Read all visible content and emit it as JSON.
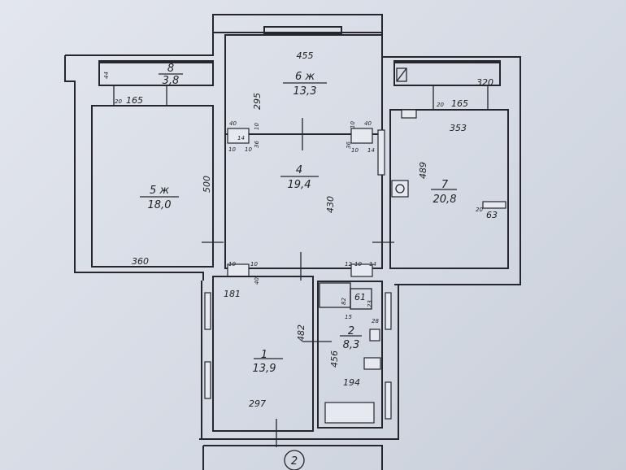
{
  "rooms": [
    {
      "id": "6",
      "name": "6 ж",
      "area": "13,3"
    },
    {
      "id": "8",
      "name": "8",
      "area": "3,8"
    },
    {
      "id": "5",
      "name": "5 ж",
      "area": "18,0"
    },
    {
      "id": "4",
      "name": "4",
      "area": "19,4"
    },
    {
      "id": "7",
      "name": "7",
      "area": "20,8"
    },
    {
      "id": "1",
      "name": "1",
      "area": "13,9"
    },
    {
      "id": "2",
      "name": "2",
      "area": "8,3"
    }
  ],
  "dimensions": [
    "455",
    "295",
    "44",
    "165",
    "20",
    "500",
    "360",
    "430",
    "353",
    "320",
    "165",
    "20",
    "489",
    "63",
    "20",
    "181",
    "482",
    "297",
    "456",
    "194",
    "61",
    "28",
    "82",
    "15",
    "23"
  ],
  "small_marks": [
    "40",
    "10",
    "10",
    "10",
    "36",
    "14",
    "40",
    "10",
    "36",
    "10",
    "14",
    "10",
    "10",
    "40",
    "12",
    "10",
    "14"
  ],
  "stair_marker": "2"
}
